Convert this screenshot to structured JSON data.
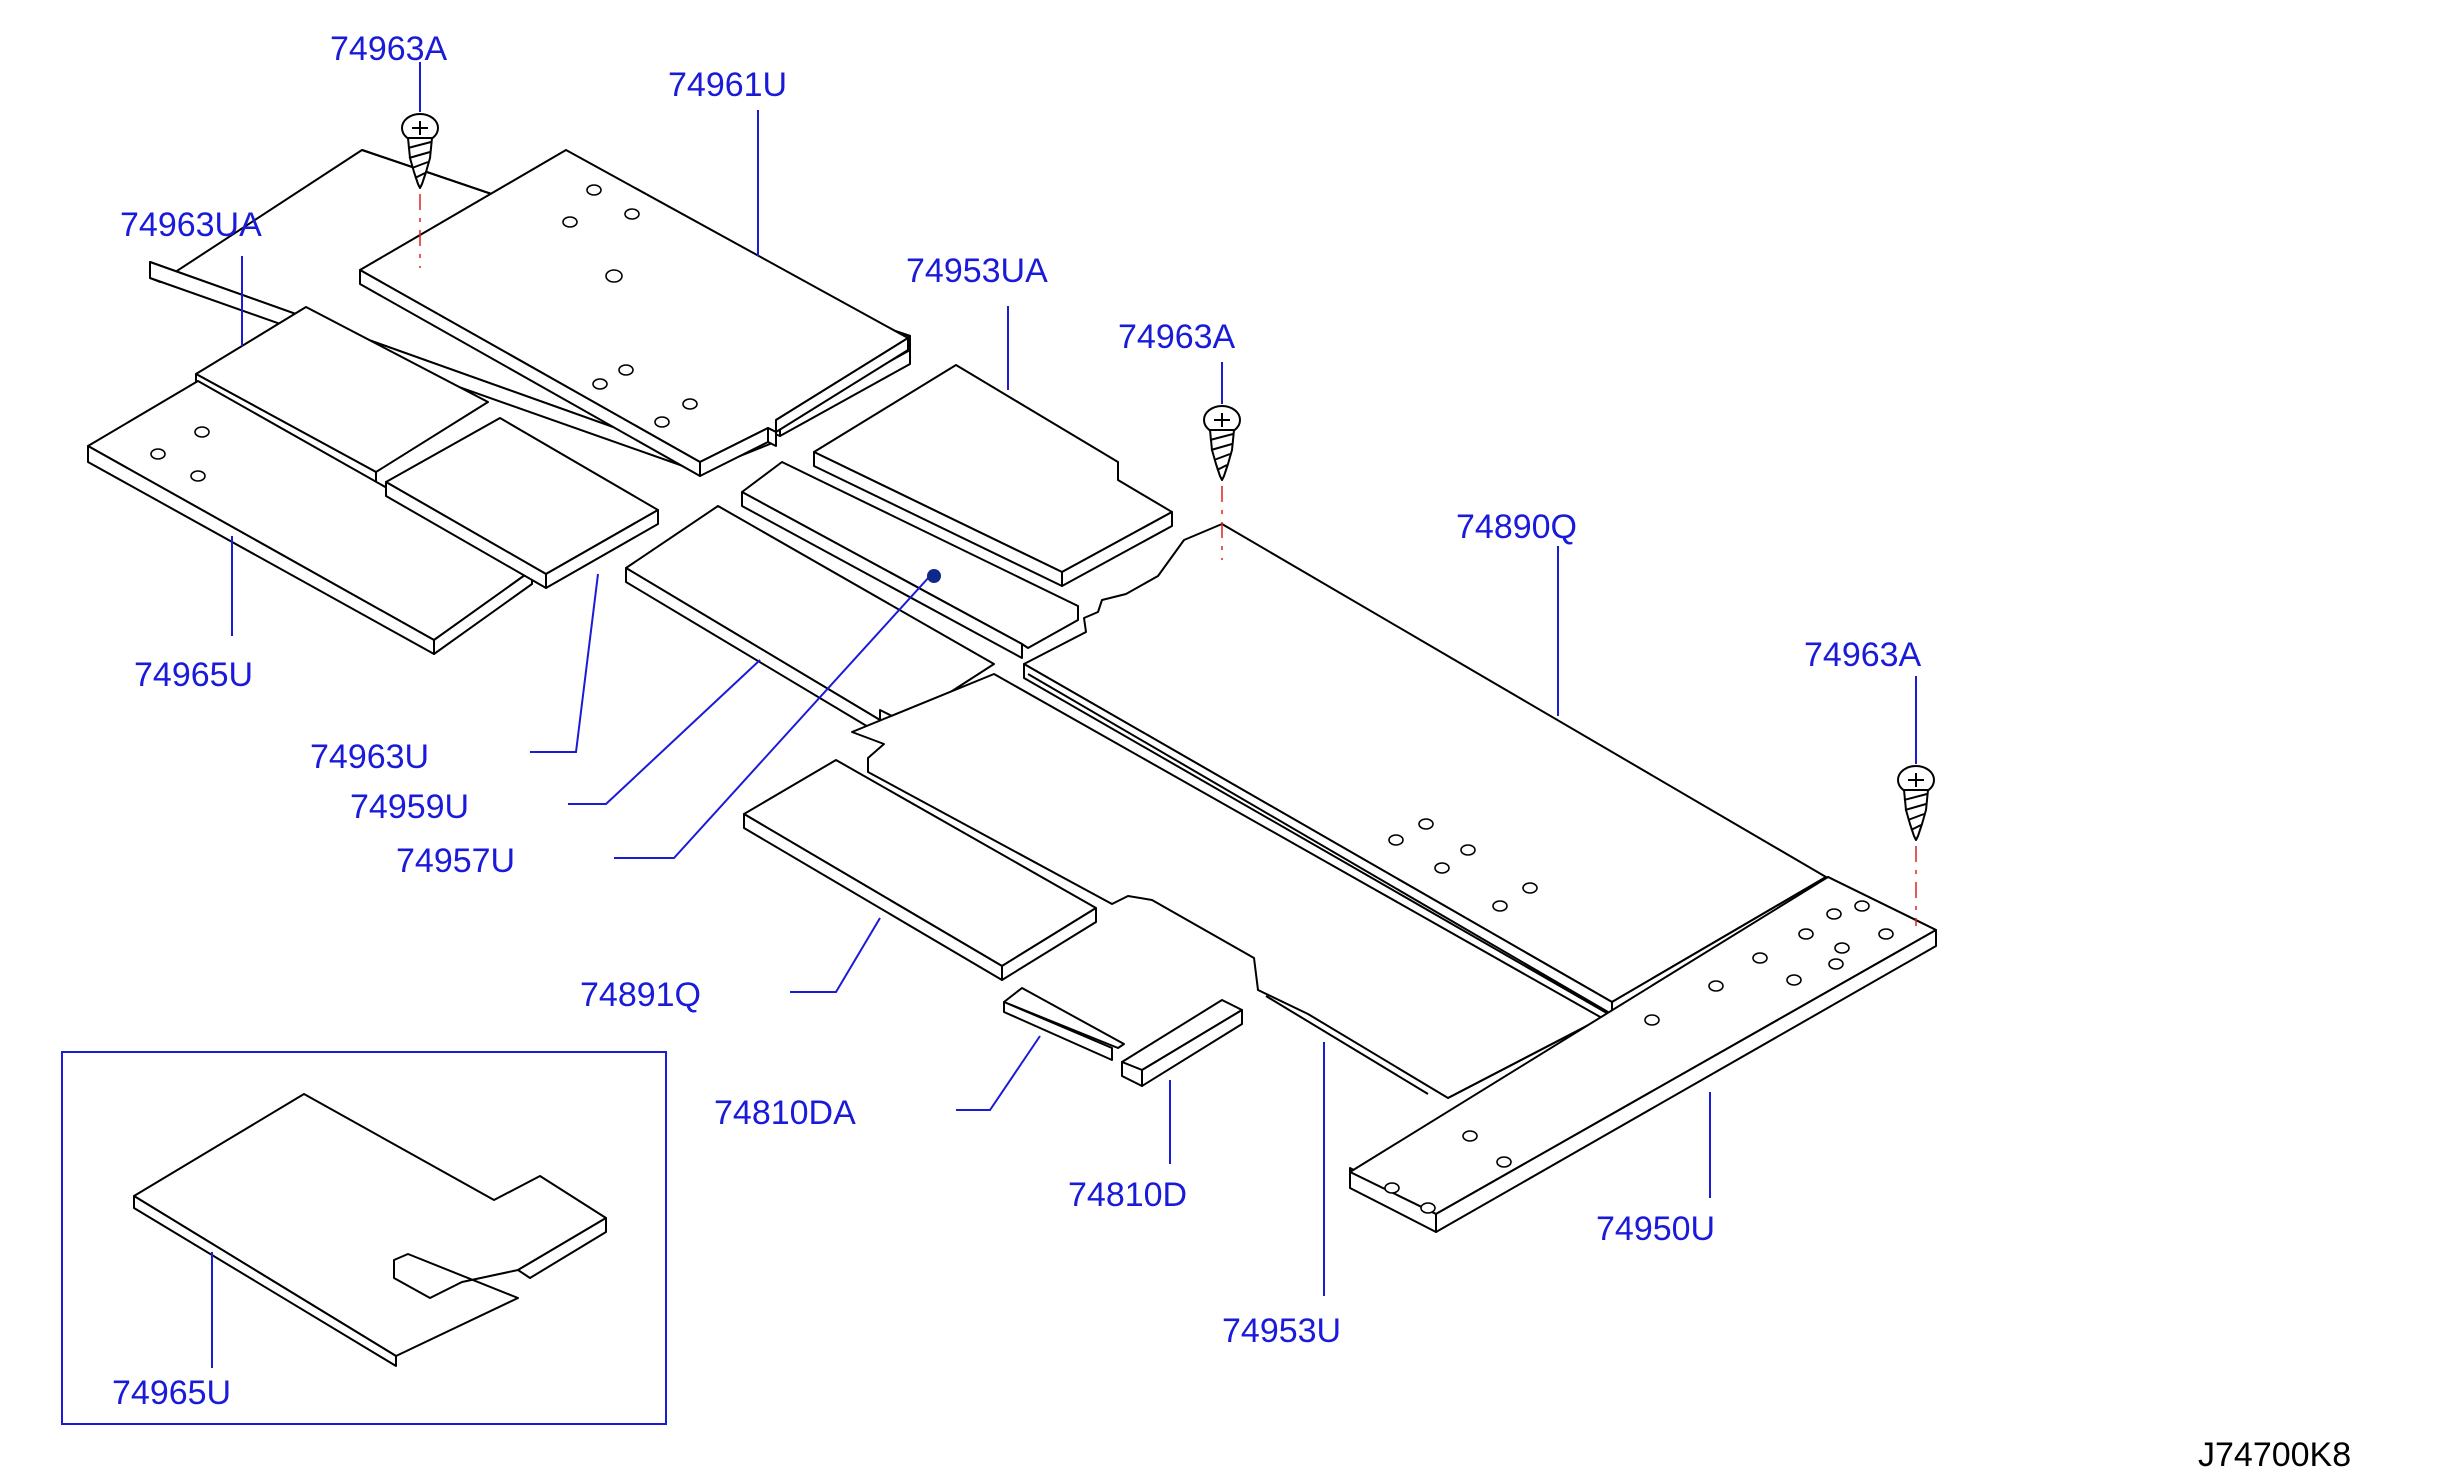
{
  "diagram": {
    "reference_code": "J74700K8",
    "callouts": [
      {
        "id": "74963A"
      },
      {
        "id": "74961U"
      },
      {
        "id": "74963UA"
      },
      {
        "id": "74953UA"
      },
      {
        "id": "74963A"
      },
      {
        "id": "74890Q"
      },
      {
        "id": "74963A"
      },
      {
        "id": "74965U"
      },
      {
        "id": "74963U"
      },
      {
        "id": "74959U"
      },
      {
        "id": "74957U"
      },
      {
        "id": "74891Q"
      },
      {
        "id": "74810DA"
      },
      {
        "id": "74810D"
      },
      {
        "id": "74950U"
      },
      {
        "id": "74953U"
      },
      {
        "id": "74965U"
      }
    ],
    "colors": {
      "label": "#1a1ad9",
      "part_outline": "#000000",
      "center_axis": "#e02020",
      "inset_frame": "#1a1ad9"
    }
  }
}
